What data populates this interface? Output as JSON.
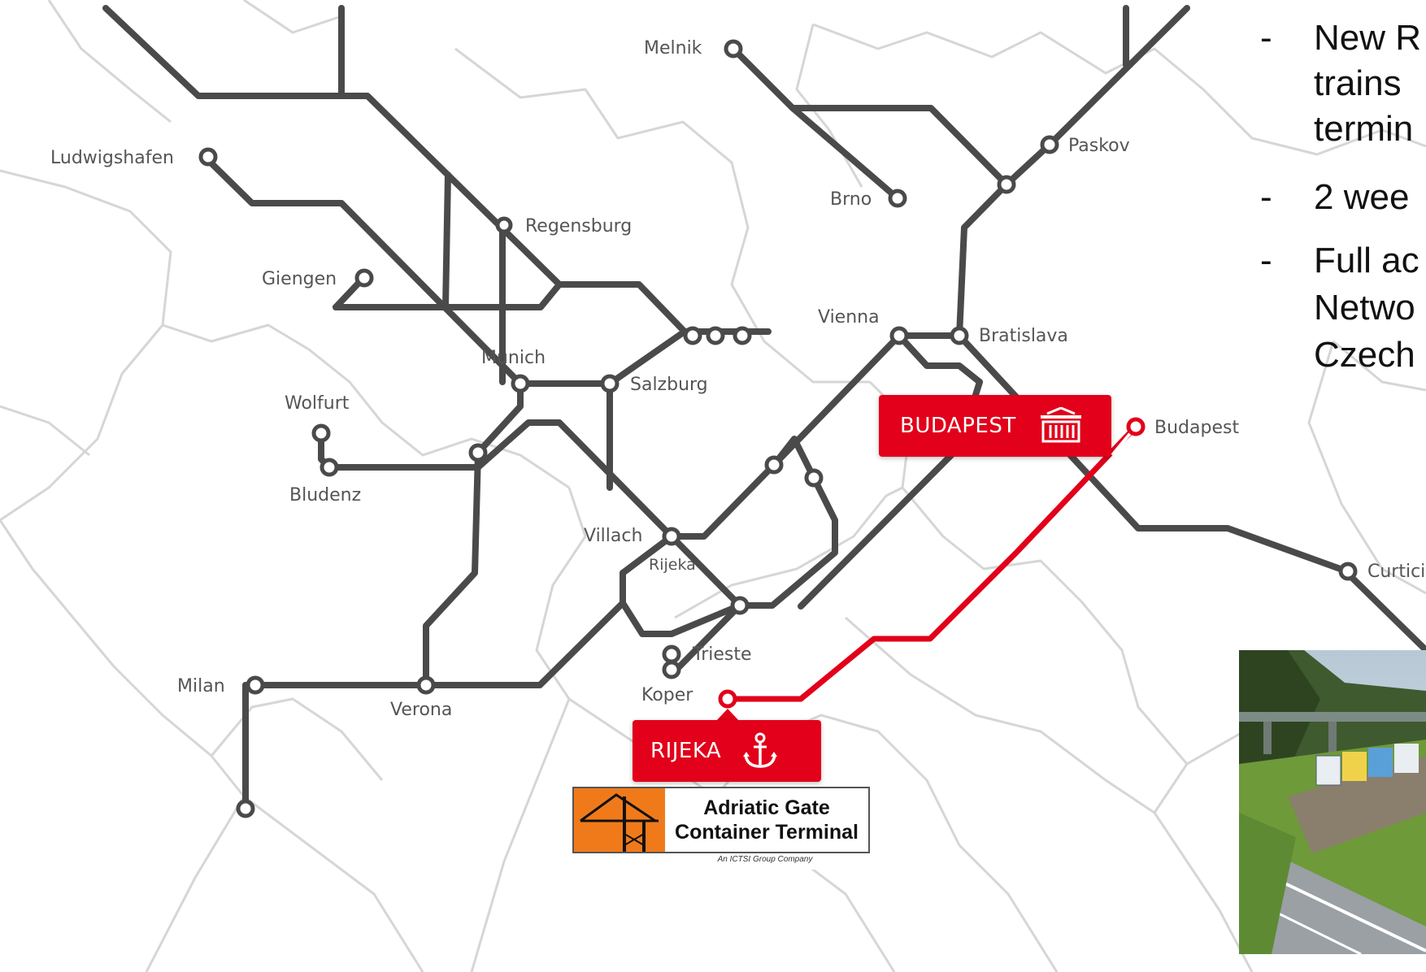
{
  "map": {
    "cities": {
      "melnik": "Melnik",
      "ludwigshafen": "Ludwigshafen",
      "paskov": "Paskov",
      "brno": "Brno",
      "regensburg": "Regensburg",
      "giengen": "Giengen",
      "vienna": "Vienna",
      "bratislava": "Bratislava",
      "munich": "Munich",
      "salzburg": "Salzburg",
      "wolfurt": "Wolfurt",
      "budapest": "Budapest",
      "bludenz": "Bludenz",
      "villach": "Villach",
      "rijeka": "Rijeka",
      "curtici": "Curtici",
      "trieste": "Trieste",
      "milan": "Milan",
      "koper": "Koper",
      "verona": "Verona"
    },
    "colors": {
      "network_line": "#4a4a4a",
      "route": "#e2001a",
      "border": "#d6d6d6"
    }
  },
  "badges": {
    "budapest": {
      "label": "BUDAPEST",
      "icon": "container-icon"
    },
    "rijeka": {
      "label": "RIJEKA",
      "icon": "anchor-icon"
    }
  },
  "logo": {
    "line1": "Adriatic Gate",
    "line2": "Container Terminal",
    "tagline": "An ICTSI Group Company"
  },
  "bullets": [
    {
      "dash": "-",
      "lines": [
        "New R",
        "trains",
        "termin"
      ]
    },
    {
      "dash": "-",
      "lines": [
        "2 wee"
      ]
    },
    {
      "dash": "-",
      "lines": [
        "Full ac",
        "Netwo",
        "Czech"
      ]
    }
  ]
}
